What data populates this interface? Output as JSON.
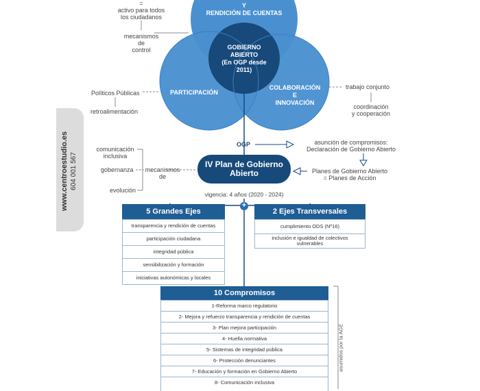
{
  "side_tab": {
    "website": "www.centroestudio.es",
    "phone": "604 001 567"
  },
  "circles": {
    "top_line1": "Y",
    "top_line2": "RENDICIÓN DE CUENTAS",
    "left": "PARTICIPACIÓN",
    "right_line1": "COLABORACIÓN",
    "right_line2": "E",
    "right_line3": "INNOVACIÓN",
    "center_line1": "GOBIERNO",
    "center_line2": "ABIERTO",
    "center_line3": "(En OGP desde",
    "center_line4": "2011)"
  },
  "labels": {
    "equals_top": "=",
    "activo_line1": "activo para todos",
    "activo_line2": "los ciudadanos",
    "mecanismos_line1": "mecanismos",
    "mecanismos_line2": "de",
    "mecanismos_line3": "control",
    "politicos": "Políticos Públicas",
    "retro": "retroalimentación",
    "trabajo": "trabajo conjunto",
    "coordinacion_line1": "coordinación",
    "coordinacion_line2": "y cooperación",
    "ogp": "OGP",
    "asuncion_line1": "asunción de compromisos:",
    "asuncion_line2": "Declaración de Gobierno Abierto",
    "planes_line1": "Planes de Gobierno Abierto",
    "planes_line2": "= Planes de Acción",
    "comunicacion_line1": "comunicación",
    "comunicacion_line2": "inclusiva",
    "gobernanza": "gobernanza",
    "mecanismos_de_line1": "mecanismos",
    "mecanismos_de_line2": "de",
    "evolucion": "evolución",
    "vigencia": "vigencia: 4 años (2020 - 2024)",
    "plus": "+",
    "asumidos": "asumidos por la AGE"
  },
  "plan": {
    "line1": "IV Plan de Gobierno",
    "line2": "Abierto"
  },
  "ejes": {
    "title": "5 Grandes Ejes",
    "items": [
      "transparencia y rendición de cuentas",
      "participación ciudadana",
      "integridad pública",
      "sensibilización y formación",
      "iniciativas autonómicas y locales"
    ]
  },
  "transversales": {
    "title": "2 Ejes Transversales",
    "item1": "cumplimiento ODS (Nº16)",
    "item2_line1": "inclusión e igualdad de colectivos",
    "item2_line2": "vulnerables"
  },
  "compromisos": {
    "title": "10 Compromisos",
    "items": [
      "1-Reforma marco regulatorio",
      "2- Mejora y refuerzo transparencia y rendición de cuentas",
      "3- Plan mejora participación",
      "4- Huella normativa",
      "5- Sistemas de integridad pública",
      "6- Protección denunciantes",
      "7- Educación y formación en Gobierno Abierto",
      "8- Comunicación inclusiva"
    ]
  },
  "colors": {
    "circle_light": "#4a90d0",
    "circle_dark": "#17497a",
    "header": "#1f5d95",
    "border": "#9bb4cc"
  }
}
